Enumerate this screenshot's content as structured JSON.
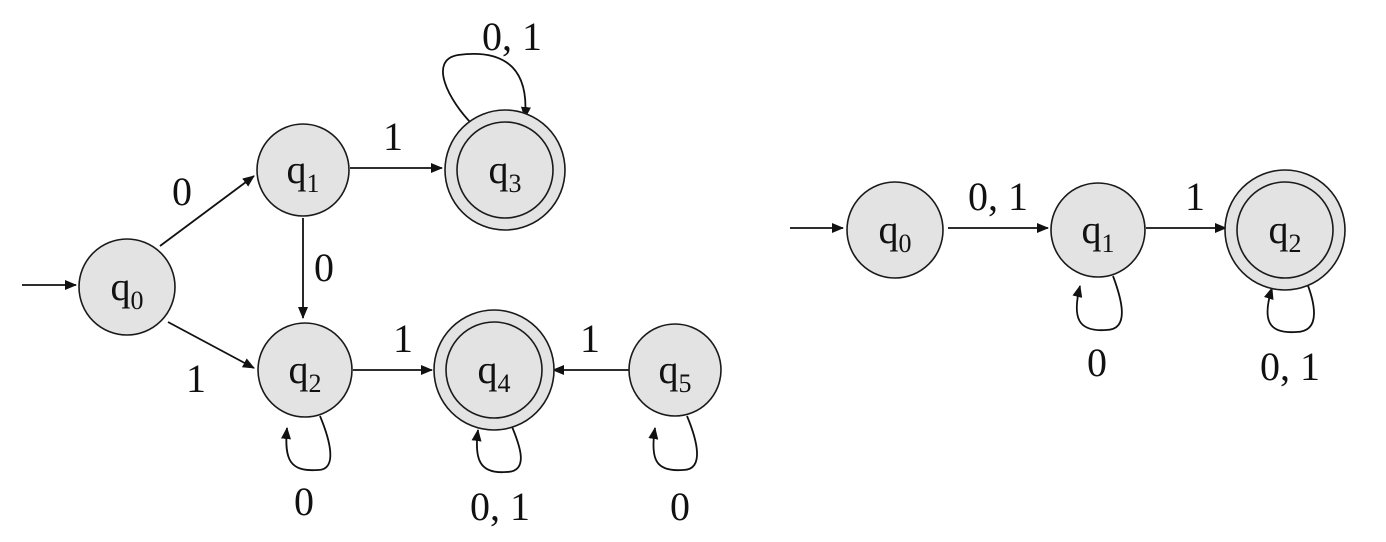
{
  "diagrams": [
    {
      "states": [
        {
          "id": "q0",
          "name": "q",
          "sub": "0",
          "accepting": false,
          "start": true
        },
        {
          "id": "q1",
          "name": "q",
          "sub": "1",
          "accepting": false
        },
        {
          "id": "q2",
          "name": "q",
          "sub": "2",
          "accepting": false
        },
        {
          "id": "q3",
          "name": "q",
          "sub": "3",
          "accepting": true
        },
        {
          "id": "q4",
          "name": "q",
          "sub": "4",
          "accepting": true
        },
        {
          "id": "q5",
          "name": "q",
          "sub": "5",
          "accepting": false
        }
      ],
      "transitions": [
        {
          "from": "q0",
          "to": "q1",
          "label": "0"
        },
        {
          "from": "q0",
          "to": "q2",
          "label": "1"
        },
        {
          "from": "q1",
          "to": "q3",
          "label": "1"
        },
        {
          "from": "q1",
          "to": "q2",
          "label": "0"
        },
        {
          "from": "q2",
          "to": "q4",
          "label": "1"
        },
        {
          "from": "q5",
          "to": "q4",
          "label": "1"
        },
        {
          "from": "q3",
          "to": "q3",
          "label": "0, 1"
        },
        {
          "from": "q2",
          "to": "q2",
          "label": "0"
        },
        {
          "from": "q4",
          "to": "q4",
          "label": "0, 1"
        },
        {
          "from": "q5",
          "to": "q5",
          "label": "0"
        }
      ]
    },
    {
      "states": [
        {
          "id": "q0",
          "name": "q",
          "sub": "0",
          "accepting": false,
          "start": true
        },
        {
          "id": "q1",
          "name": "q",
          "sub": "1",
          "accepting": false
        },
        {
          "id": "q2",
          "name": "q",
          "sub": "2",
          "accepting": true
        }
      ],
      "transitions": [
        {
          "from": "q0",
          "to": "q1",
          "label": "0, 1"
        },
        {
          "from": "q1",
          "to": "q2",
          "label": "1"
        },
        {
          "from": "q1",
          "to": "q1",
          "label": "0"
        },
        {
          "from": "q2",
          "to": "q2",
          "label": "0, 1"
        }
      ]
    }
  ]
}
